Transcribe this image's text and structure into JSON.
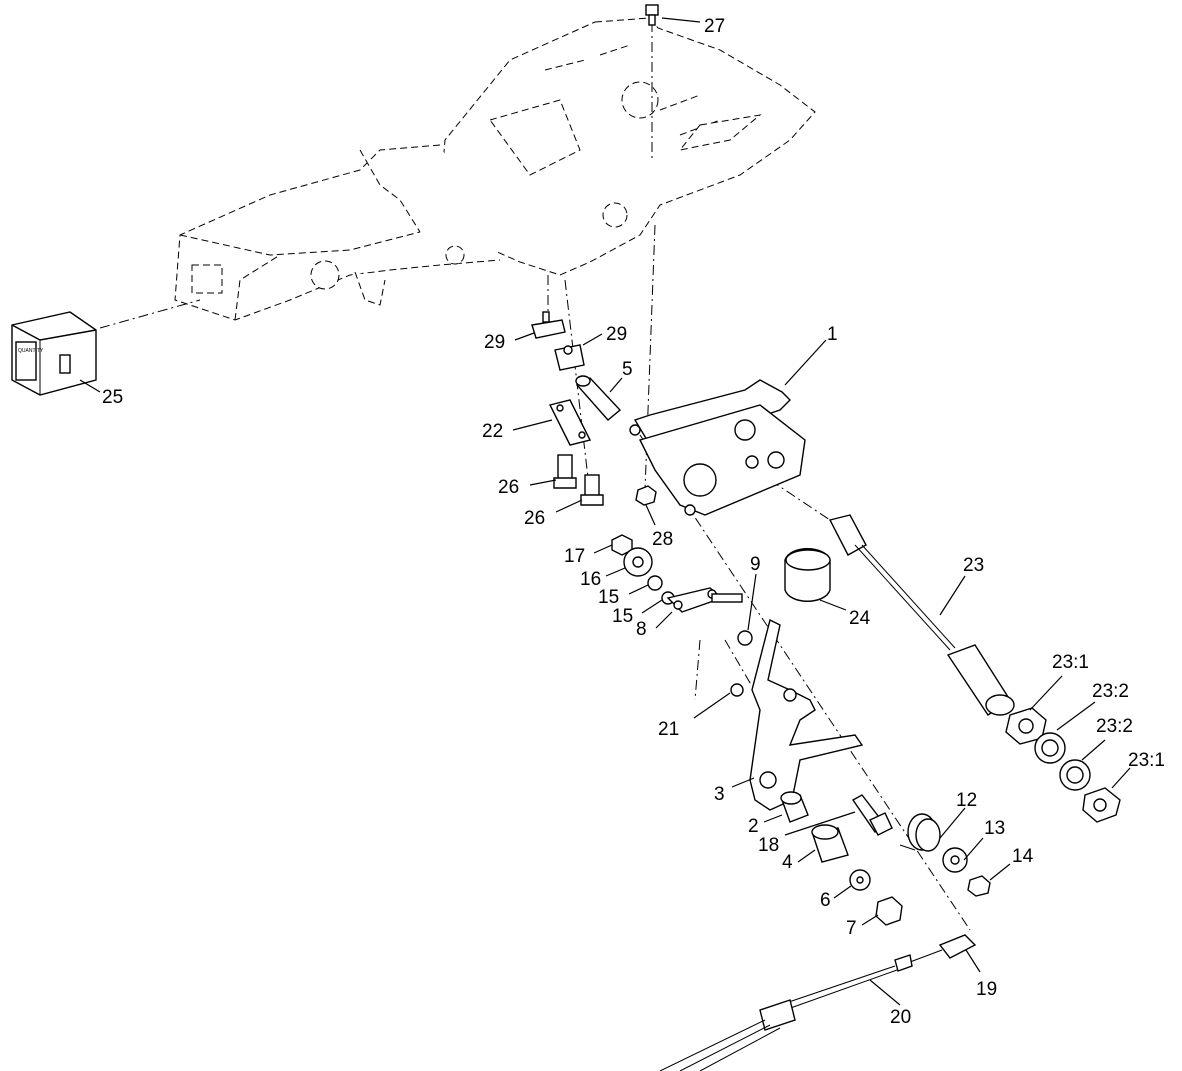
{
  "diagram": {
    "callouts": [
      {
        "id": "c27",
        "label": "27"
      },
      {
        "id": "c29a",
        "label": "29"
      },
      {
        "id": "c29b",
        "label": "29"
      },
      {
        "id": "c1",
        "label": "1"
      },
      {
        "id": "c5",
        "label": "5"
      },
      {
        "id": "c25",
        "label": "25"
      },
      {
        "id": "c22",
        "label": "22"
      },
      {
        "id": "c26a",
        "label": "26"
      },
      {
        "id": "c26b",
        "label": "26"
      },
      {
        "id": "c28",
        "label": "28"
      },
      {
        "id": "c17",
        "label": "17"
      },
      {
        "id": "c16",
        "label": "16"
      },
      {
        "id": "c15a",
        "label": "15"
      },
      {
        "id": "c15b",
        "label": "15"
      },
      {
        "id": "c8",
        "label": "8"
      },
      {
        "id": "c9",
        "label": "9"
      },
      {
        "id": "c24",
        "label": "24"
      },
      {
        "id": "c23",
        "label": "23"
      },
      {
        "id": "c23_1a",
        "label": "23:1"
      },
      {
        "id": "c23_2a",
        "label": "23:2"
      },
      {
        "id": "c23_2b",
        "label": "23:2"
      },
      {
        "id": "c23_1b",
        "label": "23:1"
      },
      {
        "id": "c21",
        "label": "21"
      },
      {
        "id": "c3",
        "label": "3"
      },
      {
        "id": "c12",
        "label": "12"
      },
      {
        "id": "c13",
        "label": "13"
      },
      {
        "id": "c2",
        "label": "2"
      },
      {
        "id": "c18",
        "label": "18"
      },
      {
        "id": "c14",
        "label": "14"
      },
      {
        "id": "c4",
        "label": "4"
      },
      {
        "id": "c6",
        "label": "6"
      },
      {
        "id": "c7",
        "label": "7"
      },
      {
        "id": "c19",
        "label": "19"
      },
      {
        "id": "c20",
        "label": "20"
      }
    ],
    "hour_meter_text": "QUANTITY"
  }
}
